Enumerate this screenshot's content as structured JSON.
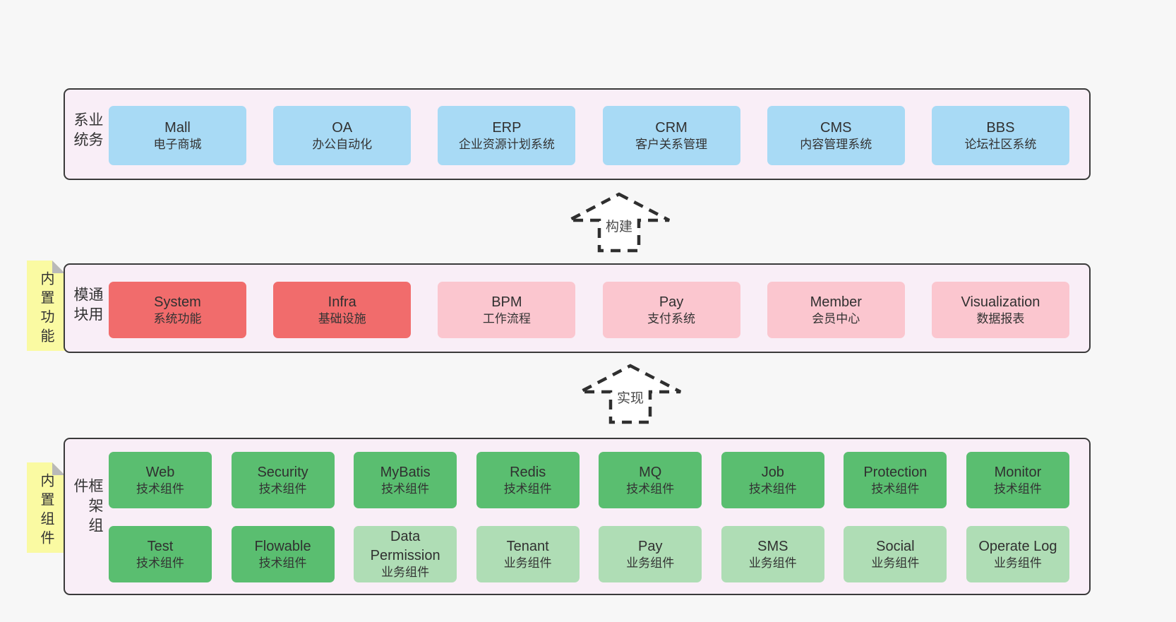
{
  "colors": {
    "page-bg": "#f7f7f7",
    "band-bg": "#f9eef7",
    "band-border": "#3a3a3a",
    "box-blue": "#a8daf5",
    "box-red": "#f16c6c",
    "box-pink": "#fbc6cf",
    "box-green": "#5abe70",
    "box-green-light": "#afddb5",
    "note-bg": "#fafaa2",
    "note-fold": "#b9b9b9",
    "text": "#333333",
    "arrow": "#2f2f2f"
  },
  "arrow1": {
    "label": "构建"
  },
  "arrow2": {
    "label": "实现"
  },
  "band1": {
    "label": "业务系统",
    "boxes": [
      {
        "title": "Mall",
        "subtitle": "电子商城"
      },
      {
        "title": "OA",
        "subtitle": "办公自动化"
      },
      {
        "title": "ERP",
        "subtitle": "企业资源计划系统"
      },
      {
        "title": "CRM",
        "subtitle": "客户关系管理"
      },
      {
        "title": "CMS",
        "subtitle": "内容管理系统"
      },
      {
        "title": "BBS",
        "subtitle": "论坛社区系统"
      }
    ]
  },
  "band2": {
    "label": "通用模块",
    "note": "内置功能",
    "boxes": [
      {
        "title": "System",
        "subtitle": "系统功能"
      },
      {
        "title": "Infra",
        "subtitle": "基础设施"
      },
      {
        "title": "BPM",
        "subtitle": "工作流程"
      },
      {
        "title": "Pay",
        "subtitle": "支付系统"
      },
      {
        "title": "Member",
        "subtitle": "会员中心"
      },
      {
        "title": "Visualization",
        "subtitle": "数据报表"
      }
    ]
  },
  "band3": {
    "label": "框架组件",
    "note": "内置组件",
    "boxes": [
      {
        "title": "Web",
        "subtitle": "技术组件"
      },
      {
        "title": "Security",
        "subtitle": "技术组件"
      },
      {
        "title": "MyBatis",
        "subtitle": "技术组件"
      },
      {
        "title": "Redis",
        "subtitle": "技术组件"
      },
      {
        "title": "MQ",
        "subtitle": "技术组件"
      },
      {
        "title": "Job",
        "subtitle": "技术组件"
      },
      {
        "title": "Protection",
        "subtitle": "技术组件"
      },
      {
        "title": "Monitor",
        "subtitle": "技术组件"
      },
      {
        "title": "Test",
        "subtitle": "技术组件"
      },
      {
        "title": "Flowable",
        "subtitle": "技术组件"
      },
      {
        "title": "Data Permission",
        "subtitle": "业务组件"
      },
      {
        "title": "Tenant",
        "subtitle": "业务组件"
      },
      {
        "title": "Pay",
        "subtitle": "业务组件"
      },
      {
        "title": "SMS",
        "subtitle": "业务组件"
      },
      {
        "title": "Social",
        "subtitle": "业务组件"
      },
      {
        "title": "Operate Log",
        "subtitle": "业务组件"
      }
    ]
  }
}
